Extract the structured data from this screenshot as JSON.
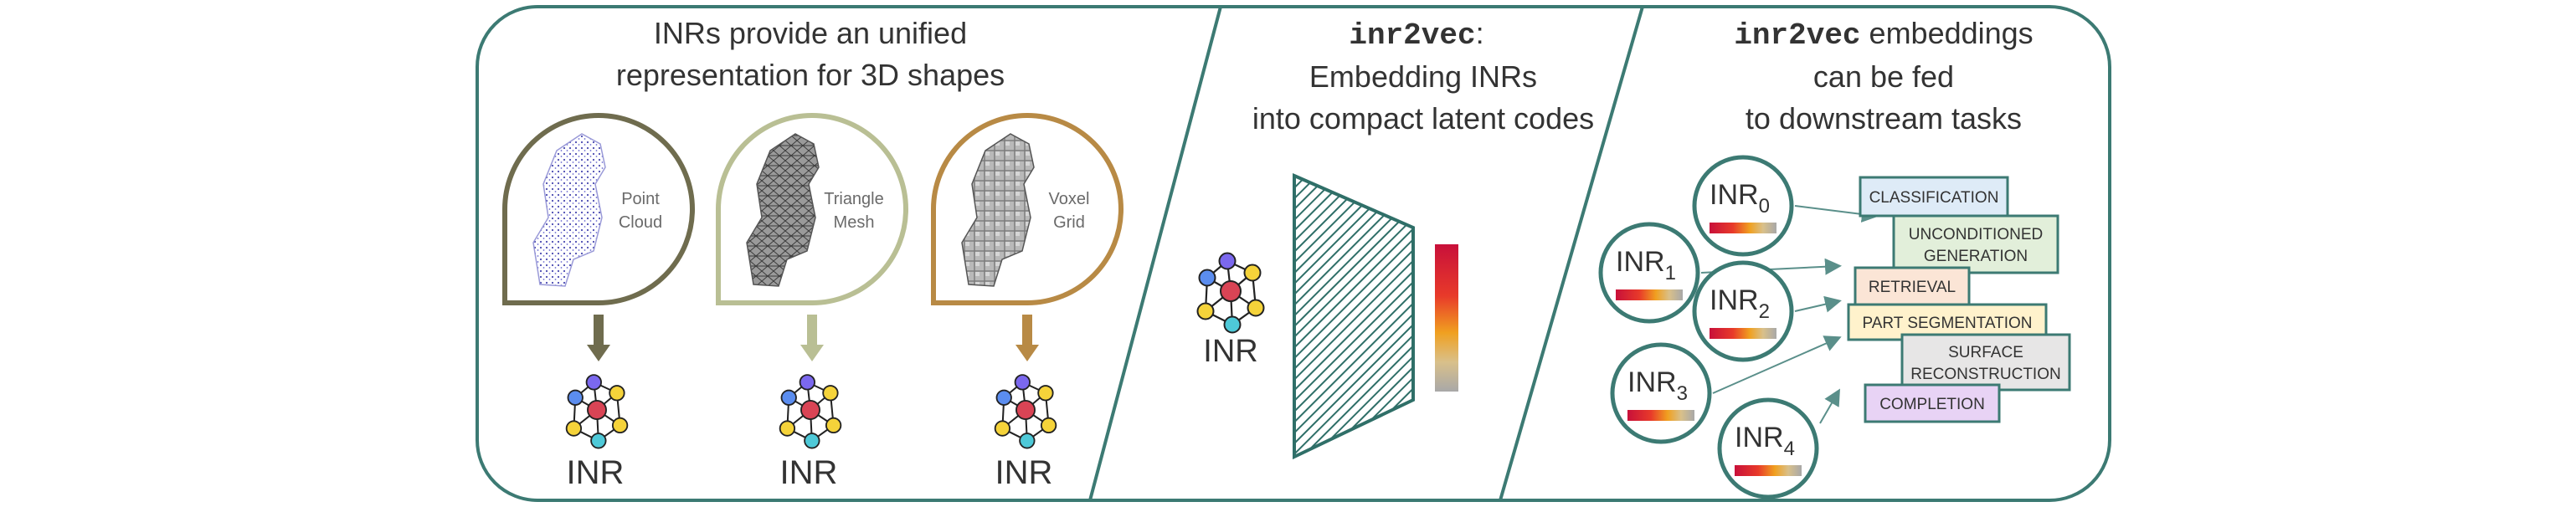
{
  "panel1": {
    "title_line1": "INRs provide an unified",
    "title_line2": "representation for 3D shapes",
    "shapes": [
      {
        "label_line1": "Point",
        "label_line2": "Cloud",
        "color": "#6f6c4e",
        "style": "points"
      },
      {
        "label_line1": "Triangle",
        "label_line2": "Mesh",
        "color": "#b9bf94",
        "style": "mesh"
      },
      {
        "label_line1": "Voxel",
        "label_line2": "Grid",
        "color": "#b88a45",
        "style": "voxels"
      }
    ],
    "inr_label": "INR"
  },
  "panel2": {
    "title_mono": "inr2vec",
    "title_colon": ":",
    "title_line2": "Embedding INRs",
    "title_line3": "into compact latent codes",
    "inr_label": "INR"
  },
  "panel3": {
    "title_mono": "inr2vec",
    "title_rest": " embeddings",
    "title_line2": "can be fed",
    "title_line3": "to downstream tasks",
    "inr_nodes": [
      {
        "name": "INR",
        "sub": "0"
      },
      {
        "name": "INR",
        "sub": "1"
      },
      {
        "name": "INR",
        "sub": "2"
      },
      {
        "name": "INR",
        "sub": "3"
      },
      {
        "name": "INR",
        "sub": "4"
      }
    ],
    "tasks": [
      {
        "line1": "CLASSIFICATION",
        "line2": "",
        "fill": "#deebf7"
      },
      {
        "line1": "UNCONDITIONED",
        "line2": "GENERATION",
        "fill": "#e2efda"
      },
      {
        "line1": "RETRIEVAL",
        "line2": "",
        "fill": "#fbe5d6"
      },
      {
        "line1": "PART SEGMENTATION",
        "line2": "",
        "fill": "#fff2cc"
      },
      {
        "line1": "SURFACE",
        "line2": "RECONSTRUCTION",
        "fill": "#e7e6e6"
      },
      {
        "line1": "COMPLETION",
        "line2": "",
        "fill": "#e8d3f5"
      }
    ]
  },
  "colors": {
    "frame": "#3c7a73",
    "node_purple": "#7b68ee",
    "node_blue": "#5b8def",
    "node_yellow": "#f5d33a",
    "node_red": "#d94455",
    "node_cyan": "#4ec9d8"
  }
}
